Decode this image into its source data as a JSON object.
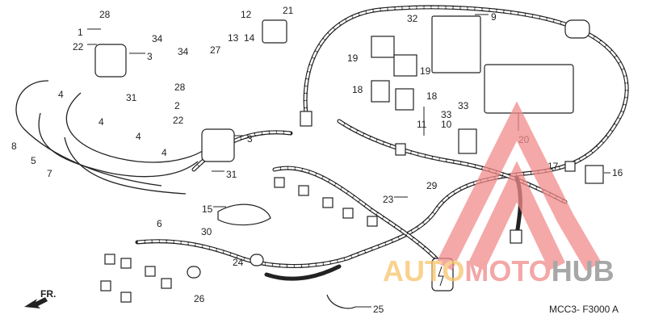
{
  "diagram": {
    "code": "MCC3- F3000 A",
    "direction_label": "FR.",
    "callouts": [
      "28",
      "1",
      "34",
      "22",
      "3",
      "12",
      "21",
      "13",
      "14",
      "27",
      "34",
      "32",
      "9",
      "19",
      "19",
      "28",
      "31",
      "18",
      "18",
      "33",
      "33",
      "11",
      "10",
      "2",
      "22",
      "4",
      "4",
      "4",
      "4",
      "8",
      "5",
      "7",
      "3",
      "20",
      "31",
      "17",
      "16",
      "29",
      "23",
      "15",
      "6",
      "30",
      "24",
      "26",
      "25"
    ]
  },
  "watermark": {
    "text_parts": [
      "AUTO",
      "MOTO",
      "HUB"
    ],
    "colors": [
      "#f7c46a",
      "#f08a8a",
      "#8a8a8a"
    ],
    "triangle_color": "#f28b8b"
  }
}
